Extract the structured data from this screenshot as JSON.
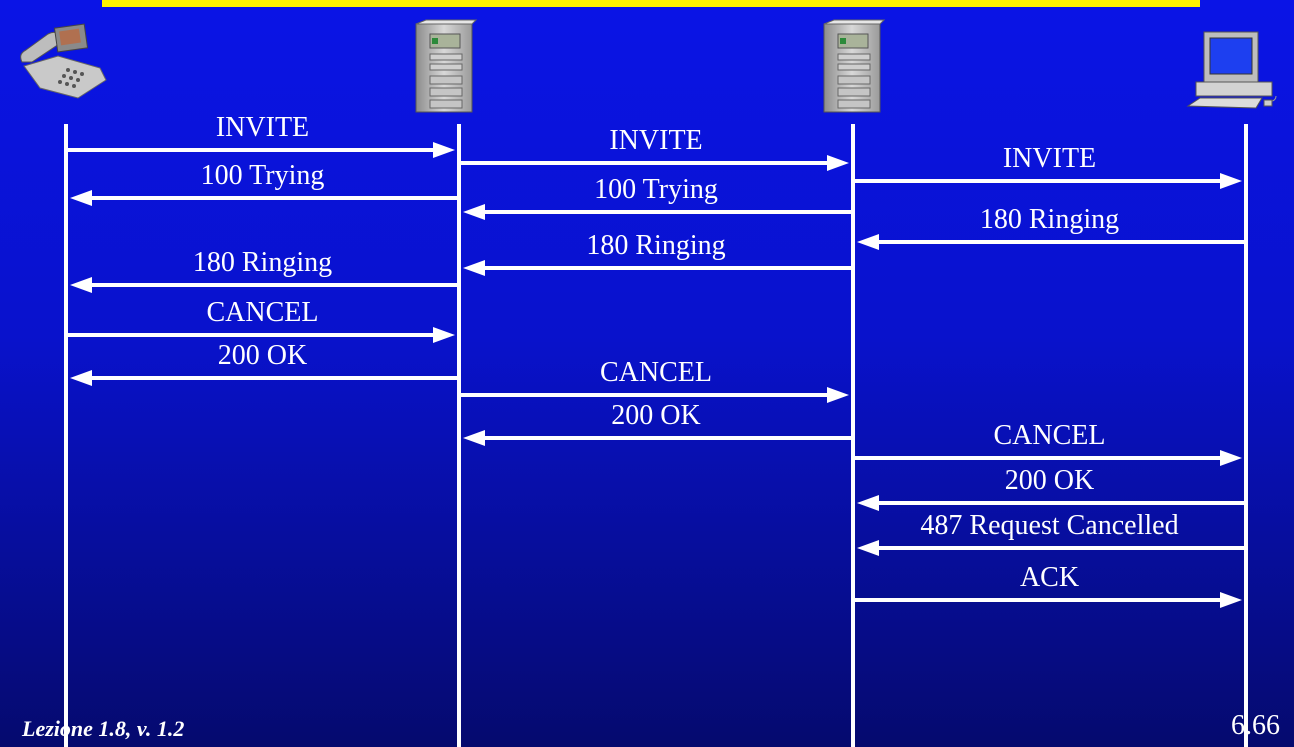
{
  "colors": {
    "accent_bar": "#fff200",
    "lines": "#ffffff",
    "background": "#0a14e6"
  },
  "entities": [
    {
      "name": "phone-icon"
    },
    {
      "name": "server-icon"
    },
    {
      "name": "server-icon"
    },
    {
      "name": "computer-icon"
    }
  ],
  "messages": [
    {
      "label": "INVITE",
      "from": 0,
      "to": 1
    },
    {
      "label": "100 Trying",
      "from": 1,
      "to": 0
    },
    {
      "label": "INVITE",
      "from": 1,
      "to": 2
    },
    {
      "label": "100 Trying",
      "from": 2,
      "to": 1
    },
    {
      "label": "INVITE",
      "from": 2,
      "to": 3
    },
    {
      "label": "180 Ringing",
      "from": 3,
      "to": 2
    },
    {
      "label": "180 Ringing",
      "from": 2,
      "to": 1
    },
    {
      "label": "180 Ringing",
      "from": 1,
      "to": 0
    },
    {
      "label": "CANCEL",
      "from": 0,
      "to": 1
    },
    {
      "label": "200 OK",
      "from": 1,
      "to": 0
    },
    {
      "label": "CANCEL",
      "from": 1,
      "to": 2
    },
    {
      "label": "200 OK",
      "from": 2,
      "to": 1
    },
    {
      "label": "CANCEL",
      "from": 2,
      "to": 3
    },
    {
      "label": "200 OK",
      "from": 3,
      "to": 2
    },
    {
      "label": "487 Request Cancelled",
      "from": 3,
      "to": 2
    },
    {
      "label": "ACK",
      "from": 2,
      "to": 3
    }
  ],
  "footer": {
    "text": "Lezione 1.8, v. 1.2",
    "page": "6.66"
  }
}
